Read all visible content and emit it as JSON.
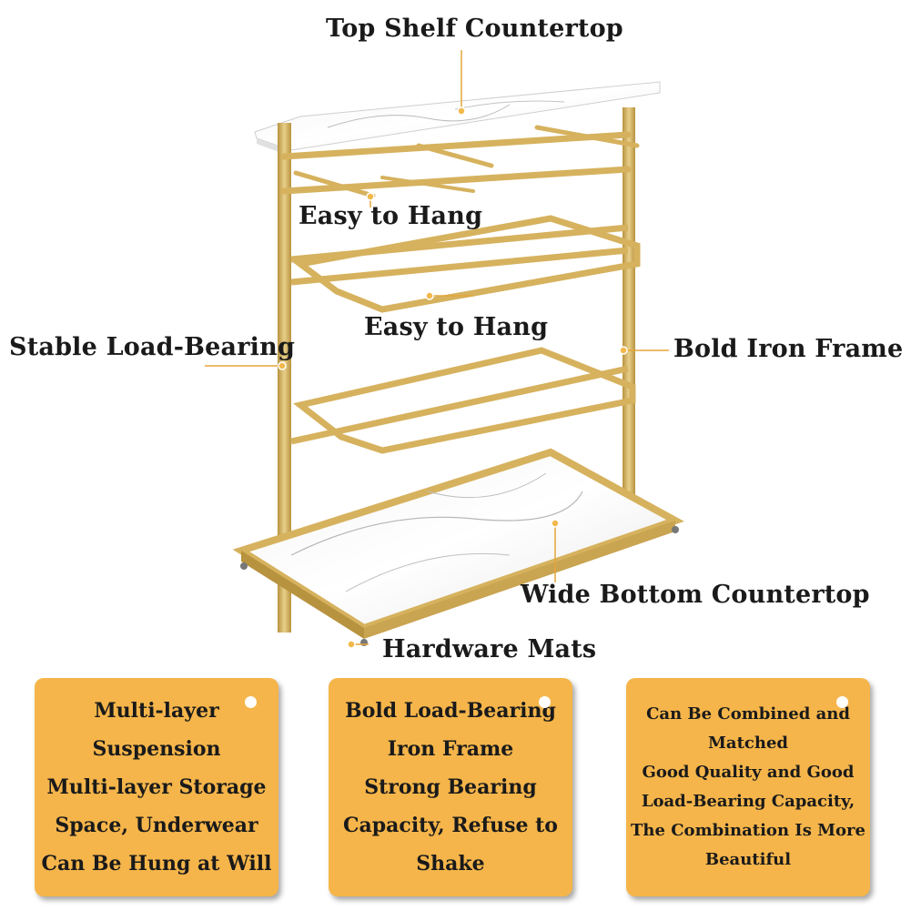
{
  "callouts": {
    "top_shelf": "Top Shelf Countertop",
    "easy_hang_1": "Easy to Hang",
    "easy_hang_2": "Easy to Hang",
    "stable": "Stable Load-Bearing",
    "bold_frame": "Bold Iron Frame",
    "wide_bottom": "Wide Bottom Countertop",
    "hardware_mats": "Hardware Mats"
  },
  "cards": [
    {
      "lines": [
        "Multi-layer",
        "Suspension",
        "Multi-layer Storage",
        "Space, Underwear",
        "Can Be Hung at Will"
      ]
    },
    {
      "lines": [
        "Bold Load-Bearing",
        "Iron Frame",
        "Strong Bearing",
        "Capacity, Refuse to",
        "Shake"
      ]
    },
    {
      "lines": [
        "Can Be Combined and",
        "Matched",
        "Good Quality and Good",
        "Load-Bearing Capacity,",
        "The Combination Is More",
        "Beautiful"
      ]
    }
  ],
  "colors": {
    "gold_frame": "#d6b25e",
    "card_bg": "#f5b54a",
    "leader_line": "#e5a53a"
  }
}
